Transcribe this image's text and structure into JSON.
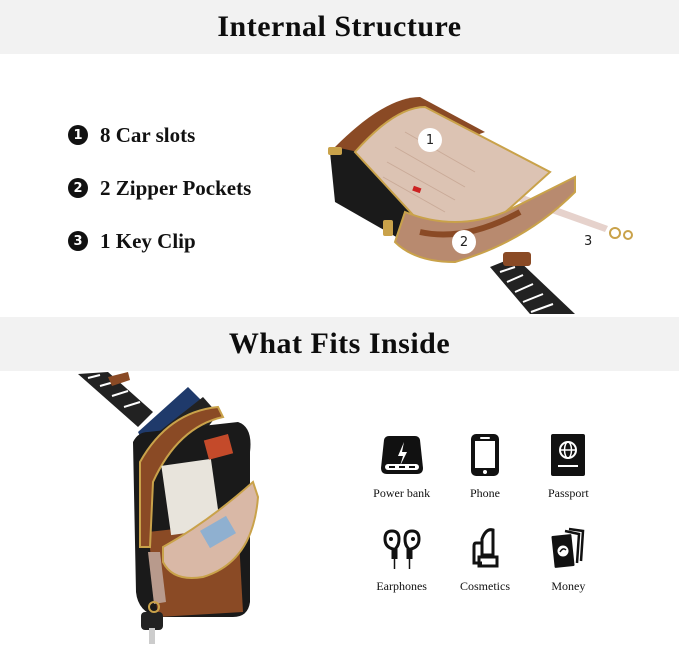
{
  "sections": {
    "internal": {
      "title": "Internal Structure",
      "features": [
        {
          "num": "1",
          "label": "8 Car slots"
        },
        {
          "num": "2",
          "label": "2 Zipper Pockets"
        },
        {
          "num": "3",
          "label": "1 Key Clip"
        }
      ],
      "callouts": [
        "1",
        "2",
        "3"
      ]
    },
    "fits": {
      "title": "What Fits Inside",
      "items": [
        {
          "icon": "power-bank-icon",
          "label": "Power bank"
        },
        {
          "icon": "phone-icon",
          "label": "Phone"
        },
        {
          "icon": "passport-icon",
          "label": "Passport"
        },
        {
          "icon": "earphones-icon",
          "label": "Earphones"
        },
        {
          "icon": "cosmetics-icon",
          "label": "Cosmetics"
        },
        {
          "icon": "money-icon",
          "label": "Money"
        }
      ]
    }
  },
  "colors": {
    "band": "#f2f2f2",
    "leather_brown": "#8a4a25",
    "leather_black": "#1a1a1a",
    "lining": "#dcc3b3",
    "zipper_gold": "#c9a24a"
  }
}
